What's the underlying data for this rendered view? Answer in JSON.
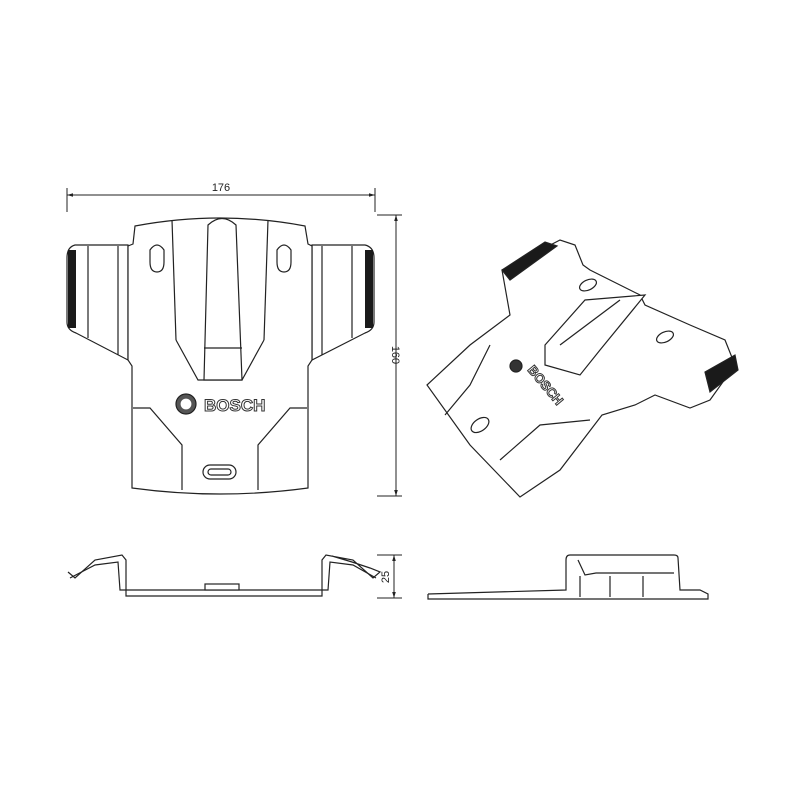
{
  "drawing": {
    "brand": "BOSCH",
    "dimensions": {
      "width": "176",
      "height": "160",
      "depth": "25"
    },
    "views": [
      "front-view",
      "isometric-view",
      "side-view-front",
      "side-view-profile"
    ],
    "colors": {
      "line": "#222222",
      "rubber": "#1a1a1a",
      "background": "#ffffff"
    }
  }
}
